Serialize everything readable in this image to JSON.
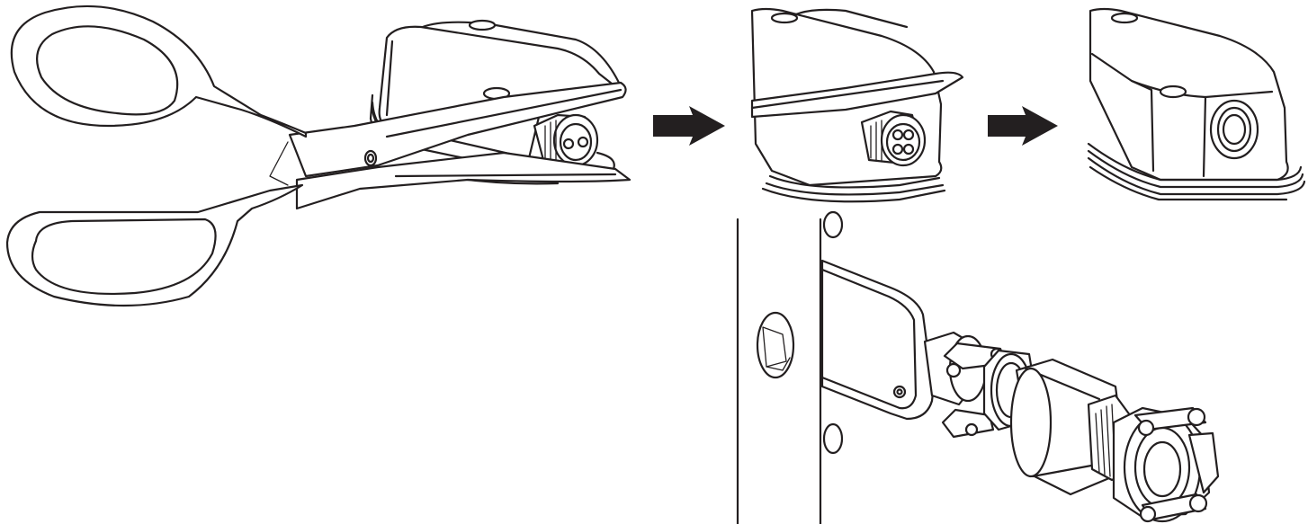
{
  "figure": {
    "colors": {
      "line": "#231f20",
      "background": "#ffffff"
    },
    "steps": [
      {
        "id": "cut-plug-tip",
        "icon": "scissors-cutting-plug-icon"
      },
      {
        "id": "plug-tip-removed",
        "icon": "cut-plug-open-icon"
      },
      {
        "id": "opening-exposed",
        "icon": "open-knockout-icon"
      },
      {
        "id": "install-conduit",
        "icon": "conduit-fitting-icon"
      }
    ],
    "arrows": [
      "arrow-right-icon",
      "arrow-right-icon"
    ]
  }
}
